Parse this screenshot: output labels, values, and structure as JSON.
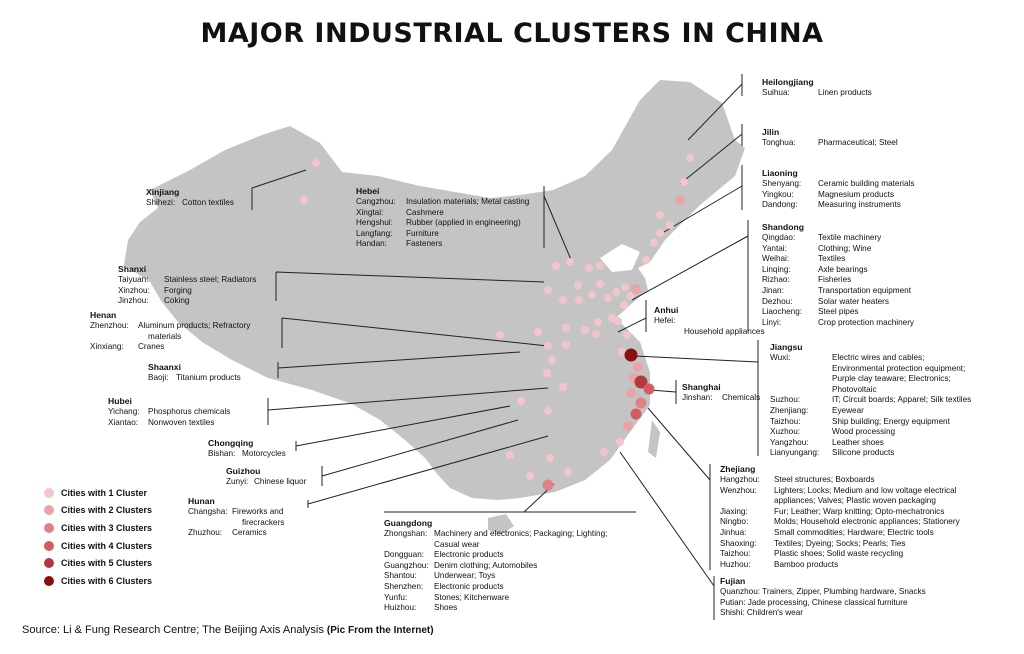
{
  "title": "MAJOR INDUSTRIAL CLUSTERS IN CHINA",
  "colors": {
    "map_fill": "#c4c4c4",
    "leader": "#222222",
    "clusters": [
      "#f2c6c8",
      "#eaa3a6",
      "#df8286",
      "#d45b60",
      "#b23a3e",
      "#8b0f12"
    ]
  },
  "legend": [
    {
      "label": "Cities with 1 Cluster",
      "level": 1
    },
    {
      "label": "Cities with 2 Clusters",
      "level": 2
    },
    {
      "label": "Cities with 3 Clusters",
      "level": 3
    },
    {
      "label": "Cities with 4 Clusters",
      "level": 4
    },
    {
      "label": "Cities with 5 Clusters",
      "level": 5
    },
    {
      "label": "Cities with 6 Clusters",
      "level": 6
    }
  ],
  "provinces": {
    "xinjiang": {
      "name": "Xinjiang",
      "rows": [
        {
          "city": "Shihezi:",
          "products": "Cotton textiles"
        }
      ]
    },
    "hebei": {
      "name": "Hebei",
      "rows": [
        {
          "city": "Cangzhou:",
          "products": "Insulation materials; Metal casting"
        },
        {
          "city": "Xingtai:",
          "products": "Cashmere"
        },
        {
          "city": "Hengshui:",
          "products": "Rubber (applied in engineering)"
        },
        {
          "city": "Langfang:",
          "products": "Furniture"
        },
        {
          "city": "Handan:",
          "products": "Fasteners"
        }
      ]
    },
    "shanxi": {
      "name": "Shanxi",
      "rows": [
        {
          "city": "Taiyuan:",
          "products": "Stainless steel; Radiators"
        },
        {
          "city": "Xinzhou:",
          "products": "Forging"
        },
        {
          "city": "Jinzhou:",
          "products": "Coking"
        }
      ]
    },
    "henan": {
      "name": "Henan",
      "rows": [
        {
          "city": "Zhenzhou:",
          "products": "Aluminum products; Refractory",
          "cont": "materials"
        },
        {
          "city": "Xinxiang:",
          "products": "Cranes"
        }
      ]
    },
    "shaanxi": {
      "name": "Shaanxi",
      "rows": [
        {
          "city": "Baoji:",
          "products": "Titanium products"
        }
      ]
    },
    "hubei": {
      "name": "Hubei",
      "rows": [
        {
          "city": "Yichang:",
          "products": "Phosphorus chemicals"
        },
        {
          "city": "Xiantao:",
          "products": "Nonwoven textiles"
        }
      ]
    },
    "chongqing": {
      "name": "Chongqing",
      "rows": [
        {
          "city": "Bishan:",
          "products": "Motorcycles"
        }
      ]
    },
    "guizhou": {
      "name": "Guizhou",
      "rows": [
        {
          "city": "Zunyi:",
          "products": "Chinese liquor"
        }
      ]
    },
    "hunan": {
      "name": "Hunan",
      "rows": [
        {
          "city": "Changsha:",
          "products": "Fireworks and",
          "cont": "firecrackers"
        },
        {
          "city": "Zhuzhou:",
          "products": "Ceramics"
        }
      ]
    },
    "guangdong": {
      "name": "Guangdong",
      "rows": [
        {
          "city": "Zhongshan:",
          "products": "Machinery and electronics; Packaging; Lighting;",
          "cont": "Casual wear"
        },
        {
          "city": "Dongguan:",
          "products": "Electronic products"
        },
        {
          "city": "Guangzhou:",
          "products": "Denim clothing; Automobiles"
        },
        {
          "city": "Shantou:",
          "products": "Underwear; Toys"
        },
        {
          "city": "Shenzhen:",
          "products": "Electronic products"
        },
        {
          "city": "Yunfu:",
          "products": "Stones; Kitchenware"
        },
        {
          "city": "Huizhou:",
          "products": "Shoes"
        }
      ]
    },
    "heilongjiang": {
      "name": "Heilongjiang",
      "rows": [
        {
          "city": "Suihua:",
          "products": "Linen products"
        }
      ]
    },
    "jilin": {
      "name": "Jilin",
      "rows": [
        {
          "city": "Tonghua:",
          "products": "Pharmaceutical; Steel"
        }
      ]
    },
    "liaoning": {
      "name": "Liaoning",
      "rows": [
        {
          "city": "Shenyang:",
          "products": "Ceramic building materials"
        },
        {
          "city": "Yingkou:",
          "products": "Magnesium products"
        },
        {
          "city": "Dandong:",
          "products": "Measuring instruments"
        }
      ]
    },
    "shandong": {
      "name": "Shandong",
      "rows": [
        {
          "city": "Qingdao:",
          "products": "Textile machinery"
        },
        {
          "city": "Yantai:",
          "products": "Clothing; Wine"
        },
        {
          "city": "Weihai:",
          "products": "Textiles"
        },
        {
          "city": "Linqing:",
          "products": "Axle bearings"
        },
        {
          "city": "Rizhao:",
          "products": "Fisheries"
        },
        {
          "city": "Jinan:",
          "products": "Transportation equipment"
        },
        {
          "city": "Dezhou:",
          "products": "Solar water heaters"
        },
        {
          "city": "Liaocheng:",
          "products": "Steel pipes"
        },
        {
          "city": "Linyi:",
          "products": "Crop protection machinery"
        }
      ]
    },
    "anhui": {
      "name": "Anhui",
      "rows": [
        {
          "city": "Hefei:",
          "products": ""
        },
        {
          "city": "",
          "products": "Household appliances"
        }
      ]
    },
    "jiangsu": {
      "name": "Jiangsu",
      "rows": [
        {
          "city": "Wuxi:",
          "products": "Electric wires and cables;",
          "extra": [
            "Environmental protection equipment;",
            "Purple clay teaware; Electronics;",
            "Photovoltaic"
          ]
        },
        {
          "city": "Suzhou:",
          "products": "IT; Circuit boards; Apparel; Silk textiles"
        },
        {
          "city": "Zhenjiang:",
          "products": "Eyewear"
        },
        {
          "city": "Taizhou:",
          "products": "Ship building; Energy equipment"
        },
        {
          "city": "Xuzhou:",
          "products": "Wood processing"
        },
        {
          "city": "Yangzhou:",
          "products": "Leather shoes"
        },
        {
          "city": "Lianyungang:",
          "products": "Silicone products"
        }
      ]
    },
    "shanghai": {
      "name": "Shanghai",
      "rows": [
        {
          "city": "Jinshan:",
          "products": "Chemicals"
        }
      ]
    },
    "zhejiang": {
      "name": "Zhejiang",
      "rows": [
        {
          "city": "Hangzhou:",
          "products": "Steel structures; Boxboards"
        },
        {
          "city": "Wenzhou:",
          "products": "Lighters; Locks; Medium and low voltage electrical",
          "cont": "appliances; Valves; Plastic woven packaging"
        },
        {
          "city": "Jiaxing:",
          "products": "Fur; Leather; Warp knitting;  Opto-mechatronics"
        },
        {
          "city": "Ningbo:",
          "products": "Molds; Household electronic appliances; Stationery"
        },
        {
          "city": "Jinhua:",
          "products": "Small commodities; Hardware; Electric tools"
        },
        {
          "city": "Shaoxing:",
          "products": "Textiles; Dyeing; Socks; Pearls; Ties"
        },
        {
          "city": "Taizhou:",
          "products": "Plastic shoes; Solid waste recycling"
        },
        {
          "city": "Huzhou:",
          "products": "Bamboo products"
        }
      ]
    },
    "fujian": {
      "name": "Fujian",
      "rows": [
        {
          "city": "Quanzhou:",
          "products": "Trainers, Zipper,  Plumbing hardware,  Snacks"
        },
        {
          "city": "Putian:",
          "products": "Jade processing, Chinese classical furniture"
        },
        {
          "city": "Shishi:",
          "products": "Children's wear"
        }
      ]
    }
  },
  "source": {
    "text": "Source: Li & Fung Research Centre; The Beijing Axis Analysis",
    "pic": "(Pic From the Internet)"
  }
}
